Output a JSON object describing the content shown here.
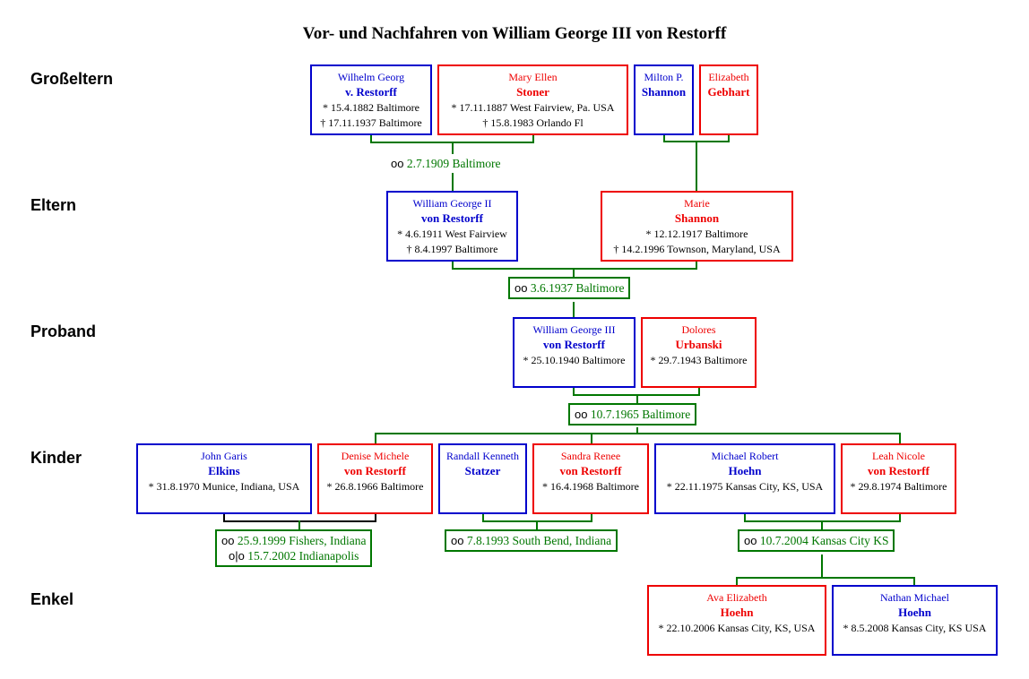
{
  "title": "Vor- und Nachfahren von William George III von Restorff",
  "generations": [
    "Großeltern",
    "Eltern",
    "Proband",
    "Kinder",
    "Enkel"
  ],
  "persons": {
    "wilhelm": {
      "first": "Wilhelm Georg",
      "last": "v. Restorff",
      "lines": [
        "* 15.4.1882 Baltimore",
        "† 17.11.1937 Baltimore"
      ],
      "sex": "m"
    },
    "mary": {
      "first": "Mary Ellen",
      "last": "Stoner",
      "lines": [
        "* 17.11.1887 West Fairview, Pa. USA",
        "† 15.8.1983 Orlando Fl"
      ],
      "sex": "f"
    },
    "milton": {
      "first": "Milton P.",
      "last": "Shannon",
      "lines": [],
      "sex": "m"
    },
    "elizabeth": {
      "first": "Elizabeth",
      "last": "Gebhart",
      "lines": [],
      "sex": "f"
    },
    "william2": {
      "first": "William George II",
      "last": "von Restorff",
      "lines": [
        "* 4.6.1911 West Fairview",
        "† 8.4.1997 Baltimore"
      ],
      "sex": "m"
    },
    "marie": {
      "first": "Marie",
      "last": "Shannon",
      "lines": [
        "* 12.12.1917 Baltimore",
        "† 14.2.1996 Townson, Maryland, USA"
      ],
      "sex": "f"
    },
    "william3": {
      "first": "William George III",
      "last": "von Restorff",
      "lines": [
        "* 25.10.1940 Baltimore"
      ],
      "sex": "m"
    },
    "dolores": {
      "first": "Dolores",
      "last": "Urbanski",
      "lines": [
        "* 29.7.1943 Baltimore"
      ],
      "sex": "f"
    },
    "john": {
      "first": "John Garis",
      "last": "Elkins",
      "lines": [
        "* 31.8.1970 Munice, Indiana, USA"
      ],
      "sex": "m"
    },
    "denise": {
      "first": "Denise Michele",
      "last": "von Restorff",
      "lines": [
        "* 26.8.1966 Baltimore"
      ],
      "sex": "f"
    },
    "randall": {
      "first": "Randall Kenneth",
      "last": "Statzer",
      "lines": [],
      "sex": "m"
    },
    "sandra": {
      "first": "Sandra Renee",
      "last": "von Restorff",
      "lines": [
        "* 16.4.1968 Baltimore"
      ],
      "sex": "f"
    },
    "michael": {
      "first": "Michael Robert",
      "last": "Hoehn",
      "lines": [
        "* 22.11.1975 Kansas City, KS, USA"
      ],
      "sex": "m"
    },
    "leah": {
      "first": "Leah Nicole",
      "last": "von Restorff",
      "lines": [
        "* 29.8.1974 Baltimore"
      ],
      "sex": "f"
    },
    "ava": {
      "first": "Ava Elizabeth",
      "last": "Hoehn",
      "lines": [
        "* 22.10.2006 Kansas City, KS, USA"
      ],
      "sex": "f"
    },
    "nathan": {
      "first": "Nathan Michael",
      "last": "Hoehn",
      "lines": [
        "* 8.5.2008 Kansas City, KS USA"
      ],
      "sex": "m"
    }
  },
  "marriages": {
    "m1": {
      "lines": [
        {
          "symbol": "oo",
          "text": "2.7.1909 Baltimore"
        }
      ]
    },
    "m2": {
      "lines": [
        {
          "symbol": "oo",
          "text": "3.6.1937 Baltimore"
        }
      ]
    },
    "m3": {
      "lines": [
        {
          "symbol": "oo",
          "text": "10.7.1965 Baltimore"
        }
      ]
    },
    "m4": {
      "lines": [
        {
          "symbol": "oo",
          "text": "25.9.1999 Fishers, Indiana"
        },
        {
          "symbol": "o|o",
          "text": "15.7.2002 Indianapolis"
        }
      ]
    },
    "m5": {
      "lines": [
        {
          "symbol": "oo",
          "text": "7.8.1993 South Bend, Indiana"
        }
      ]
    },
    "m6": {
      "lines": [
        {
          "symbol": "oo",
          "text": "10.7.2004 Kansas City KS"
        }
      ]
    }
  },
  "colors": {
    "male": "#0000cc",
    "female": "#ee0000",
    "connector": "#007700",
    "divorced_connector": "#000000"
  }
}
